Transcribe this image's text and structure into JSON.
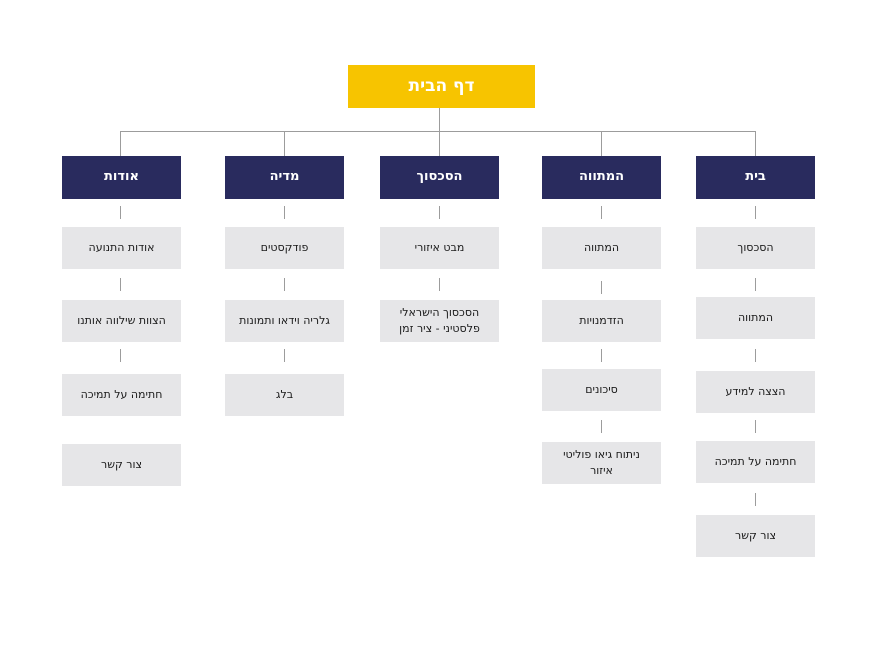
{
  "root": {
    "label": "דף הבית"
  },
  "sections": [
    {
      "label": "בית",
      "items": [
        "הסכסוך",
        "המתווה",
        "הצצה למידע",
        "חתימה על תמיכה",
        "צור קשר"
      ]
    },
    {
      "label": "המתווה",
      "items": [
        "המתווה",
        "הזדמנויות",
        "סיכונים",
        "ניתוח גיאו פוליטי איזור"
      ]
    },
    {
      "label": "הסכסוך",
      "items": [
        "מבט איזורי",
        "הסכסוך הישראלי פלסטיני - ציר זמן"
      ]
    },
    {
      "label": "מדיה",
      "items": [
        "פודקסטים",
        "גלריה וידאו ותמונות",
        "בלג"
      ]
    },
    {
      "label": "אודות",
      "items": [
        "אודות התנועה",
        "הצוות שילווה אותנו",
        "חתימה על תמיכה",
        "צור קשר"
      ]
    }
  ]
}
